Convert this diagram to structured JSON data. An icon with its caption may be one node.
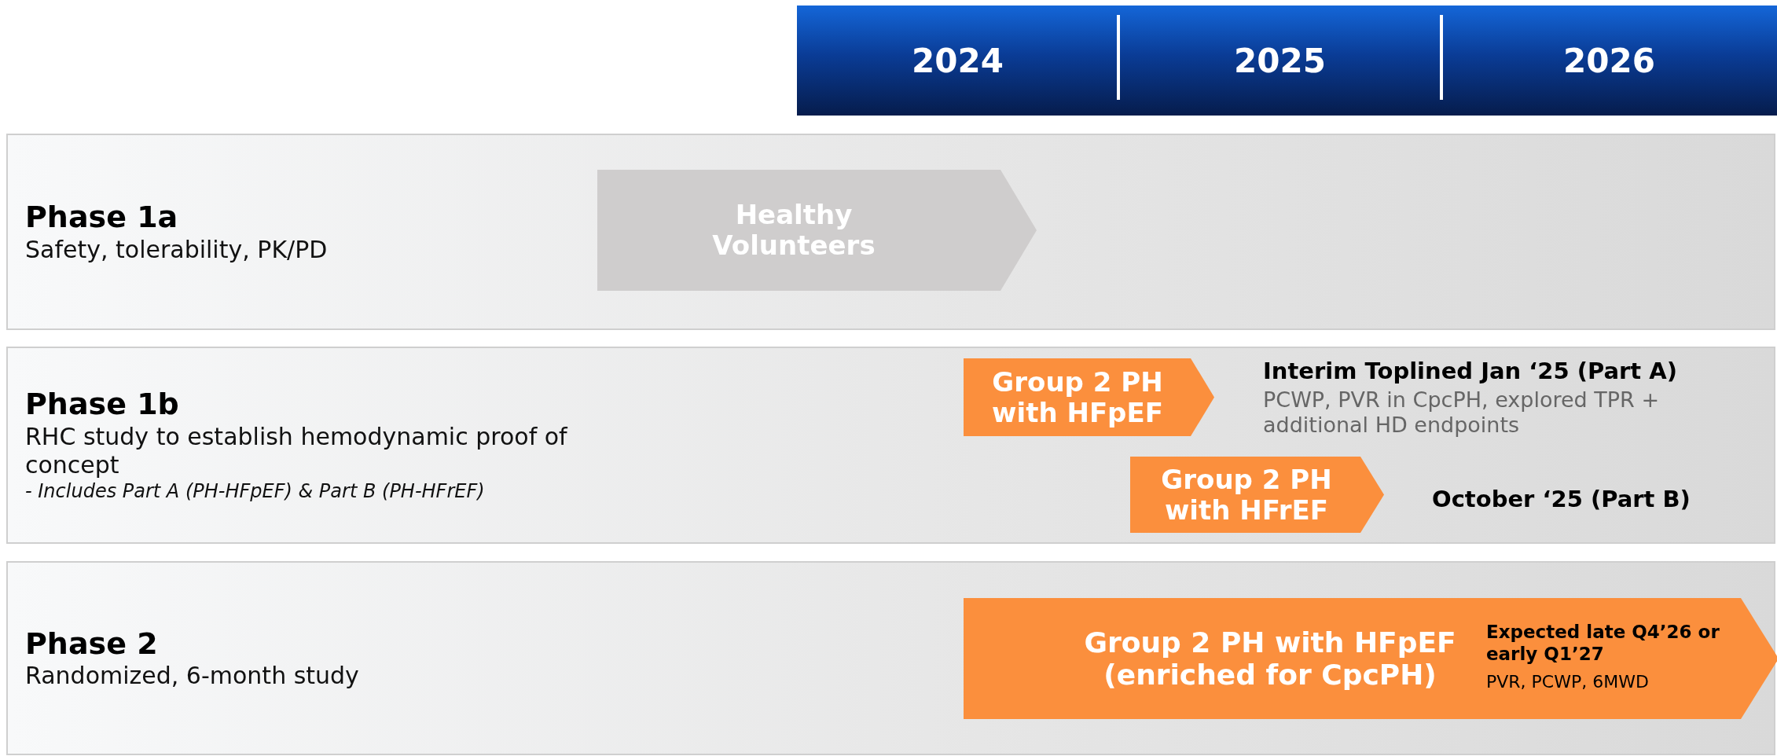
{
  "diagram": {
    "nodes": [
      {
        "text": [
          "2024"
        ]
      },
      {
        "text": [
          "2025"
        ]
      },
      {
        "text": [
          "2026"
        ]
      },
      {
        "text": [
          "Phase 1a",
          "Safety, tolerability, PK/PD"
        ]
      },
      {
        "text": [
          "Healthy Volunteers"
        ],
        "in": 3
      },
      {
        "text": [
          "Phase 1b",
          "RHC study to establish hemodynamic proof of concept",
          "- Includes Part A (PH-HFpEF) & Part B (PH-HFrEF)"
        ]
      },
      {
        "text": [
          "Group 2 PH with HFpEF"
        ],
        "in": 5,
        "beside": [
          "Interim Toplined Jan ‘25 (Part A)",
          "PCWP, PVR in CpcPH, explored TPR + additional HD endpoints"
        ]
      },
      {
        "text": [
          "Group 2 PH with HFrEF"
        ],
        "in": 5,
        "beside": [
          "October ‘25 (Part B)"
        ]
      },
      {
        "text": [
          "Phase 2",
          "Randomized, 6-month study"
        ]
      },
      {
        "text": [
          "Group 2 PH with HFpEF (enriched for CpcPH)",
          "Expected late Q4’26 or early Q1’27",
          "PVR, PCWP, 6MWD"
        ],
        "in": 8
      }
    ]
  }
}
